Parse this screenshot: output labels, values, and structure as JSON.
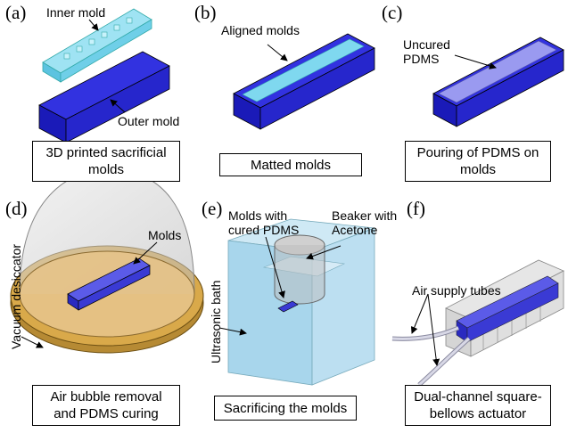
{
  "panels": {
    "a": {
      "letter": "(a)",
      "label_inner": "Inner mold",
      "label_outer": "Outer mold",
      "caption_line1": "3D printed sacrificial",
      "caption_line2": "molds"
    },
    "b": {
      "letter": "(b)",
      "label_aligned": "Aligned molds",
      "caption": "Matted molds"
    },
    "c": {
      "letter": "(c)",
      "label_line1": "Uncured",
      "label_line2": "PDMS",
      "caption_line1": "Pouring of PDMS on",
      "caption_line2": "molds"
    },
    "d": {
      "letter": "(d)",
      "label_molds": "Molds",
      "label_vacuum": "Vacuum desiccator",
      "caption_line1": "Air bubble removal",
      "caption_line2": "and PDMS curing"
    },
    "e": {
      "letter": "(e)",
      "label_molds_line1": "Molds with",
      "label_molds_line2": "cured PDMS",
      "label_beaker_line1": "Beaker with",
      "label_beaker_line2": "Acetone",
      "label_bath": "Ultrasonic bath",
      "caption": "Sacrificing the molds"
    },
    "f": {
      "letter": "(f)",
      "label_air": "Air supply tubes",
      "caption_line1": "Dual-channel square-",
      "caption_line2": "bellows actuator"
    }
  },
  "colors": {
    "mold_blue": "#1f1fd0",
    "inner_cyan": "#7fd8ef",
    "pdms": "#8888e6",
    "bath": "#a8d8ec",
    "dome": "#c8c8c8",
    "base": "#c69a3a"
  }
}
